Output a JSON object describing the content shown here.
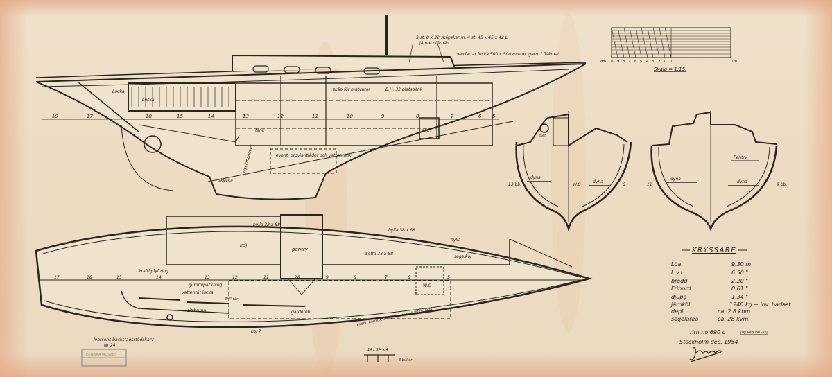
{
  "drawing": {
    "title": "KRYSSARE",
    "scale_label": "Skala = 1:15.",
    "scale_units_left": "dm",
    "scale_units_right": "1m.",
    "scale_ticks": [
      "10",
      "9",
      "8",
      "7",
      "6",
      "5",
      "4",
      "3",
      "2",
      "1",
      "0"
    ],
    "specs": [
      {
        "label": "Löa.",
        "value": "9.30 m"
      },
      {
        "label": "L.v.l.",
        "value": "6.50 \""
      },
      {
        "label": "bredd",
        "value": "2.20 \""
      },
      {
        "label": "Fribord",
        "value": "0.61 \""
      },
      {
        "label": "djupg",
        "value": "1.34 \""
      },
      {
        "label": "järnköl",
        "value": "1240 kg + inv. barlast."
      },
      {
        "label": "depl.",
        "value": "ca.  2.8 kbm."
      },
      {
        "label": "segelarea",
        "value": "ca.  28 kvm."
      }
    ],
    "drawing_no": "ritn.no 690 c",
    "version_note": "(ny version -55)",
    "place_date": "Stockholm dec. 1954",
    "signature": "Jonsson",
    "stamp_text": "TEKNISKA MUSEET"
  },
  "profile_labels": {
    "note_1": "3 st. 8 x 32 skäpskar m. 4 st. 45 x 45 x 42 L",
    "note_1b": "jämte pillknäp",
    "note_2": "overfartar lucka 500 x 500 mm m. garn. i fläkmat.",
    "luckor_1": "Lucka",
    "luckor_2": "Lucka",
    "shelf": "skåp för matvaror",
    "berth_width": "B.H. 32 platsbänk",
    "tank": "tank",
    "wc": "W.C.",
    "provision": "event. proviantlådor och vattentank",
    "rudder_tube": "tryckmanöver",
    "slider": "skyvka",
    "stations": [
      "19",
      "17",
      "18",
      "15",
      "14",
      "13",
      "12",
      "11",
      "10",
      "9",
      "8",
      "7",
      "6",
      "5"
    ]
  },
  "section_labels": {
    "left_station": "13 bb.",
    "right_station": "6",
    "dyna_1": "dyna",
    "dyna_2": "dyna",
    "wc": "W.C",
    "hatch": "fläkt",
    "left2_station": "11",
    "right2_station": "9 bb.",
    "dyna_3": "dyna",
    "dyna_4": "dyna",
    "pentry": "Pentry"
  },
  "plan_labels": {
    "hylla_1": "hylla 32 x 88",
    "hylla_2": "hylla 38 x 88",
    "hylla_3": "hylla",
    "koj": "koj",
    "pentry": "pentry",
    "soffa": "Soffa 38 x 88",
    "segelkoj": "segelkoj",
    "wc": "W.C",
    "kraftig": "kraftig lyftring",
    "gummi": "gummipackning",
    "lucka": "vattentät lucka",
    "ror": "3/4\" rör",
    "sittbrunn": "sittbrunn",
    "garderob": "garderob",
    "koj2": "koj 7",
    "back": "event. barnkoj, annan dyna, ca 1.80 m. lång",
    "jarnkol": "Jvarsons backstagsstödskarv",
    "jarnkol_no": "Nr 24",
    "bottom_note": "3 bultar",
    "bottom_note2": "14 x 3/4 x 4",
    "stations": [
      "17",
      "16",
      "15",
      "14",
      "13",
      "12",
      "11",
      "10",
      "9",
      "8",
      "7",
      "6",
      "5"
    ]
  },
  "colors": {
    "paper": "#ecdcc3",
    "ink": "#2b241d",
    "stain": "#e8b48a"
  }
}
